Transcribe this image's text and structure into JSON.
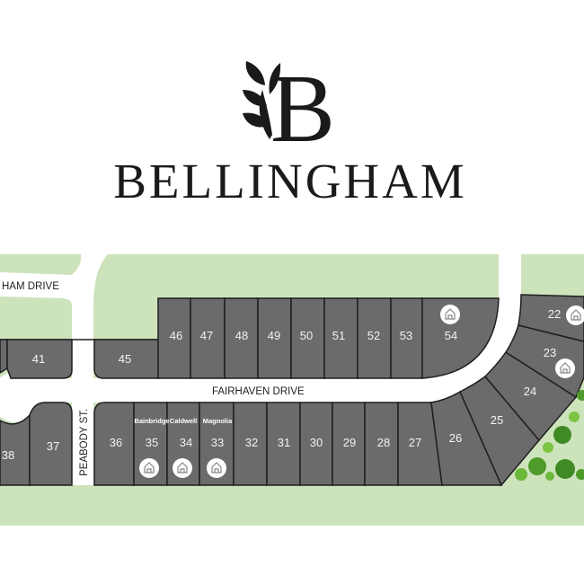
{
  "brand": {
    "monogram": "B",
    "name": "BELLINGHAM"
  },
  "roads": {
    "top_left": "HAM DRIVE",
    "main": "FAIRHAVEN DRIVE",
    "side": "PEABODY ST."
  },
  "lots": {
    "l22": "22",
    "l23": "23",
    "l24": "24",
    "l25": "25",
    "l26": "26",
    "l27": "27",
    "l28": "28",
    "l29": "29",
    "l30": "30",
    "l31": "31",
    "l32": "32",
    "l33": "33",
    "l34": "34",
    "l35": "35",
    "l36": "36",
    "l37": "37",
    "l38": "38",
    "l41": "41",
    "l45": "45",
    "l46": "46",
    "l47": "47",
    "l48": "48",
    "l49": "49",
    "l50": "50",
    "l51": "51",
    "l52": "52",
    "l53": "53",
    "l54": "54"
  },
  "models": {
    "m35": "Bainbridge",
    "m34": "Caldwell",
    "m33": "Magnolia"
  },
  "icons": {
    "home": "home-icon",
    "tree": "tree-icon"
  },
  "colors": {
    "lot": "#6b6b6b",
    "green": "#cde3bc",
    "road": "#ffffff",
    "text": "#1a1a1a"
  }
}
